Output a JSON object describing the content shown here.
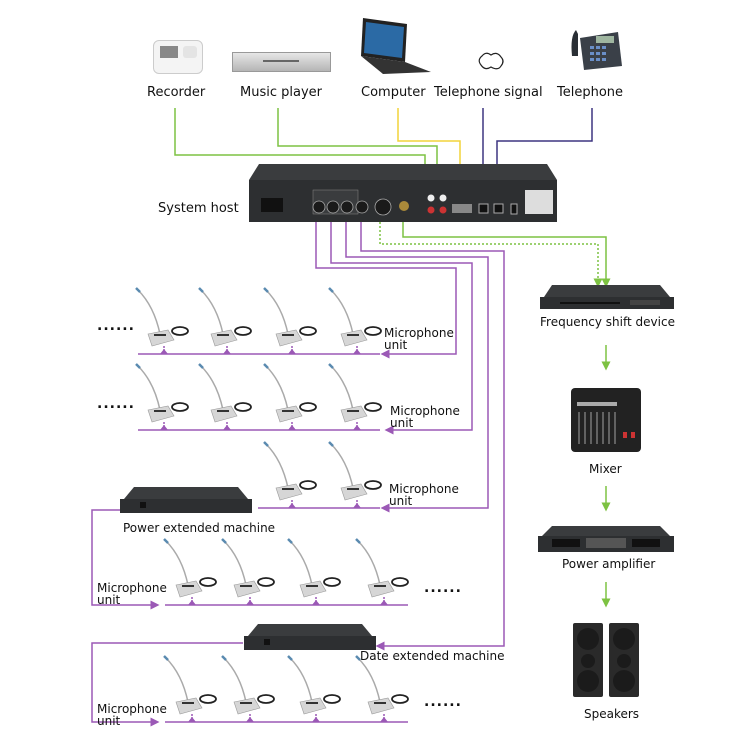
{
  "top_devices": [
    {
      "id": "recorder",
      "label": "Recorder"
    },
    {
      "id": "music-player",
      "label": "Music player"
    },
    {
      "id": "computer",
      "label": "Computer"
    },
    {
      "id": "telephone-signal",
      "label": "Telephone signal"
    },
    {
      "id": "telephone",
      "label": "Telephone"
    }
  ],
  "system_host": {
    "label": "System host"
  },
  "right_chain": [
    {
      "id": "frequency-shift-device",
      "label": "Frequency shift device"
    },
    {
      "id": "mixer",
      "label": "Mixer"
    },
    {
      "id": "power-amplifier",
      "label": "Power amplifier"
    },
    {
      "id": "speakers",
      "label": "Speakers"
    }
  ],
  "extenders": {
    "power": "Power extended machine",
    "data": "Date extended machine"
  },
  "mic_unit_label": {
    "line1": "Microphone",
    "line2": "unit"
  },
  "ellipsis": "......",
  "colors": {
    "purple": "#9b59b6",
    "green": "#7dc242",
    "yellow": "#f2d43a",
    "navy": "#3d3580"
  }
}
